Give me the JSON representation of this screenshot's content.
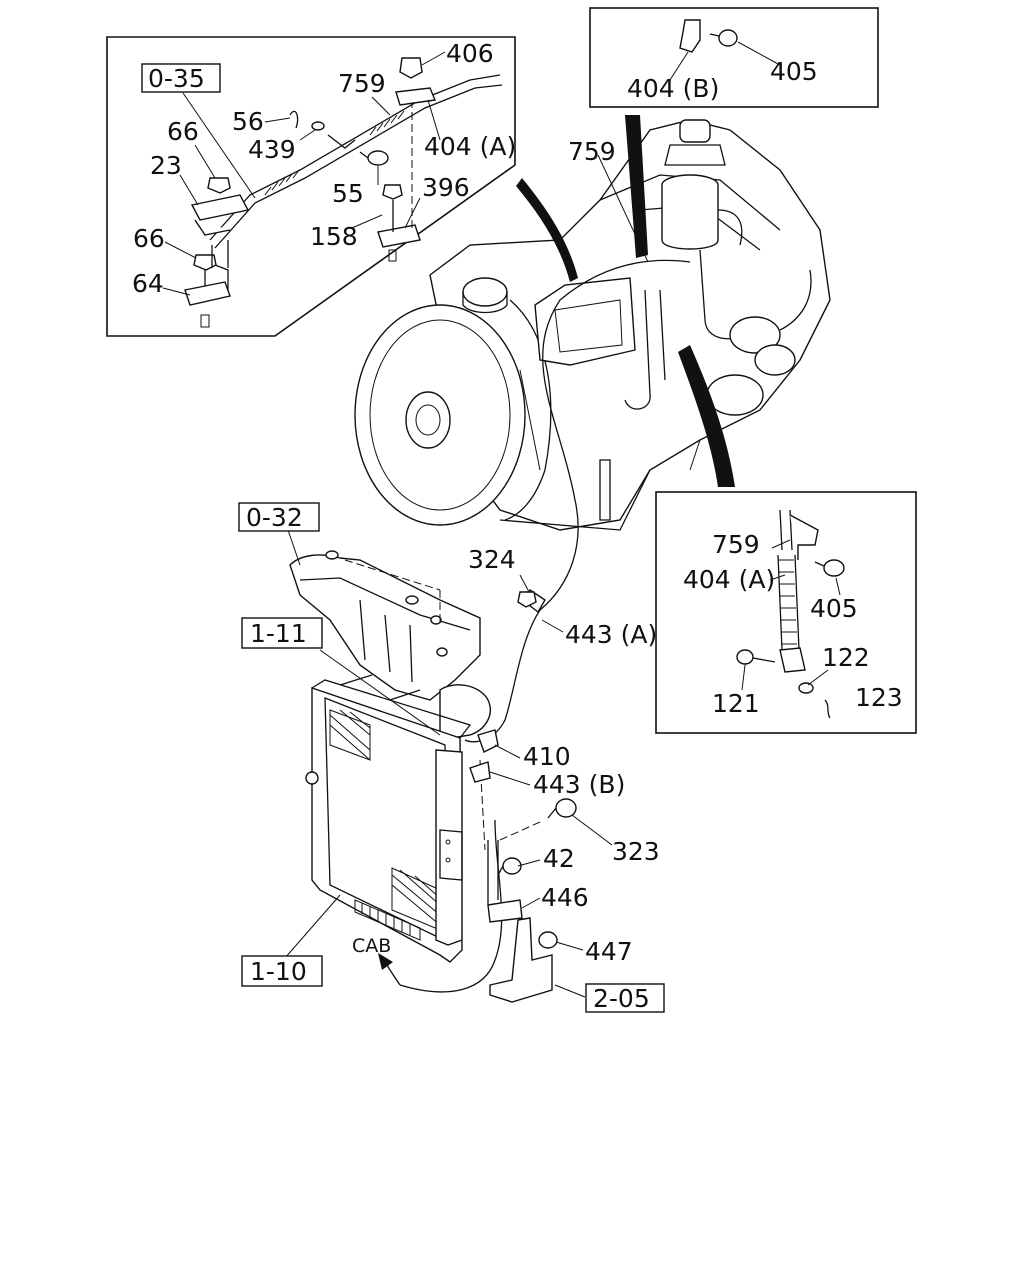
{
  "labels": {
    "ref_0_35": "0-35",
    "ref_0_32": "0-32",
    "ref_1_11": "1-11",
    "ref_1_10": "1-10",
    "ref_2_05": "2-05",
    "p406": "406",
    "p759_a": "759",
    "p56": "56",
    "p439": "439",
    "p404a_a": "404 (A)",
    "p66_a": "66",
    "p23": "23",
    "p55": "55",
    "p396": "396",
    "p158": "158",
    "p66_b": "66",
    "p64": "64",
    "p404b": "404 (B)",
    "p405_a": "405",
    "p759_b": "759",
    "p759_c": "759",
    "p404a_b": "404 (A)",
    "p405_b": "405",
    "p122": "122",
    "p121": "121",
    "p123": "123",
    "p324": "324",
    "p443a": "443 (A)",
    "p410": "410",
    "p443b": "443 (B)",
    "p323": "323",
    "p42": "42",
    "p446": "446",
    "p447": "447",
    "cab": "CAB"
  }
}
